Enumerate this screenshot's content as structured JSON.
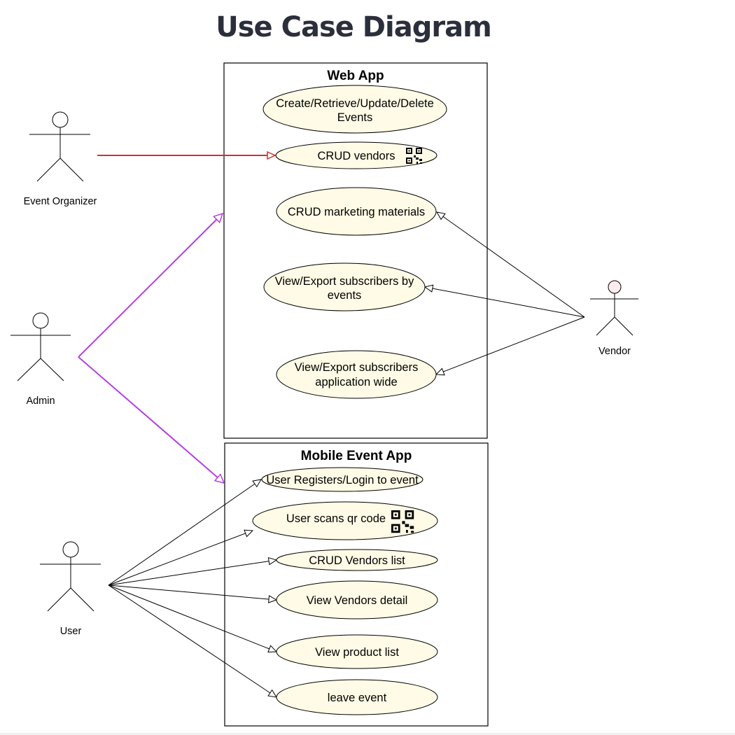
{
  "title": "Use Case Diagram",
  "systems": {
    "web": {
      "label": "Web App"
    },
    "mobile": {
      "label": "Mobile Event App"
    }
  },
  "actors": {
    "organizer": "Event Organizer",
    "admin": "Admin",
    "vendor": "Vendor",
    "user": "User"
  },
  "use_cases": {
    "crud_events": [
      "Create/Retrieve/Update/Delete",
      "Events"
    ],
    "crud_vendors": "CRUD vendors",
    "crud_marketing": "CRUD marketing materials",
    "export_by_events": [
      "View/Export subscribers by",
      "events"
    ],
    "export_app_wide": [
      "View/Export subscribers",
      "application wide"
    ],
    "user_register": "User Registers/Login to event",
    "user_scan_qr": "User scans qr code",
    "crud_vendors_list": "CRUD Vendors list",
    "view_vendor_detail": "View Vendors detail",
    "view_product_list": "View product list",
    "leave_event": "leave event"
  },
  "colors": {
    "title": "#2a2f3b",
    "use_case_fill": "#fffbe6",
    "organizer_line": "#d0312d",
    "admin_line": "#b541e0",
    "vendor_head": "#fdeced"
  },
  "icons": [
    "qr-code-icon",
    "qr-code-icon"
  ]
}
